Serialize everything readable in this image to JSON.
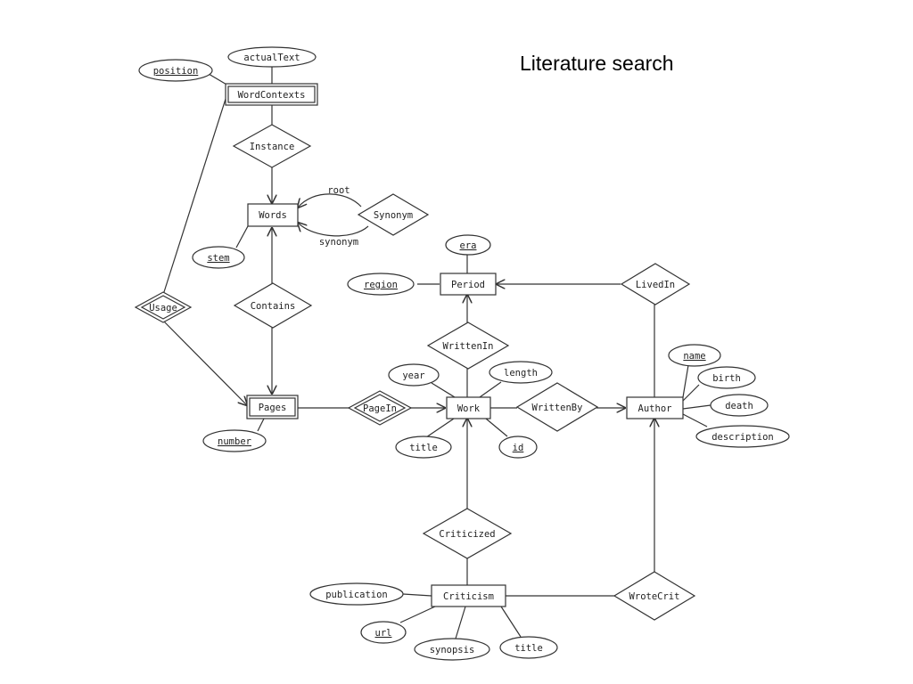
{
  "title": "Literature search",
  "entities": {
    "wordcontexts": "WordContexts",
    "words": "Words",
    "pages": "Pages",
    "period": "Period",
    "work": "Work",
    "author": "Author",
    "criticism": "Criticism"
  },
  "relationships": {
    "instance": "Instance",
    "synonym": "Synonym",
    "contains": "Contains",
    "usage": "Usage",
    "pagein": "PageIn",
    "writtenin": "WrittenIn",
    "livedin": "LivedIn",
    "writtenby": "WrittenBy",
    "criticized": "Criticized",
    "wrotecrit": "WroteCrit"
  },
  "attributes": {
    "actualtext": "actualText",
    "position": "position",
    "stem": "stem",
    "number": "number",
    "era": "era",
    "region": "region",
    "year": "year",
    "length": "length",
    "work_title": "title",
    "id": "id",
    "name": "name",
    "birth": "birth",
    "death": "death",
    "description": "description",
    "publication": "publication",
    "url": "url",
    "synopsis": "synopsis",
    "crit_title": "title"
  },
  "roles": {
    "root": "root",
    "synonym": "synonym"
  }
}
